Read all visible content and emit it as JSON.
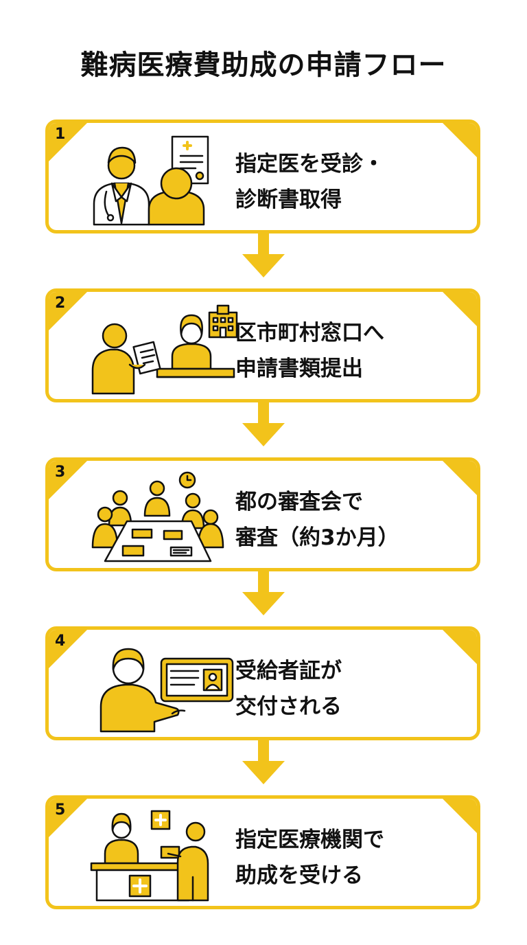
{
  "title": "難病医療費助成の申請フロー",
  "colors": {
    "accent": "#F2C31B",
    "text": "#111111",
    "background": "#FFFFFF"
  },
  "steps": [
    {
      "number": "1",
      "line1": "指定医を受診・",
      "line2": "診断書取得",
      "icon": "doctor-patient-diagnosis-icon"
    },
    {
      "number": "2",
      "line1": "区市町村窓口へ",
      "line2": "申請書類提出",
      "icon": "municipal-counter-application-icon"
    },
    {
      "number": "3",
      "line1": "都の審査会で",
      "line2": "審査（約3か月）",
      "icon": "review-committee-meeting-icon"
    },
    {
      "number": "4",
      "line1": "受給者証が",
      "line2": "交付される",
      "icon": "certificate-issued-icon"
    },
    {
      "number": "5",
      "line1": "指定医療機関で",
      "line2": "助成を受ける",
      "icon": "medical-institution-reception-icon"
    }
  ]
}
